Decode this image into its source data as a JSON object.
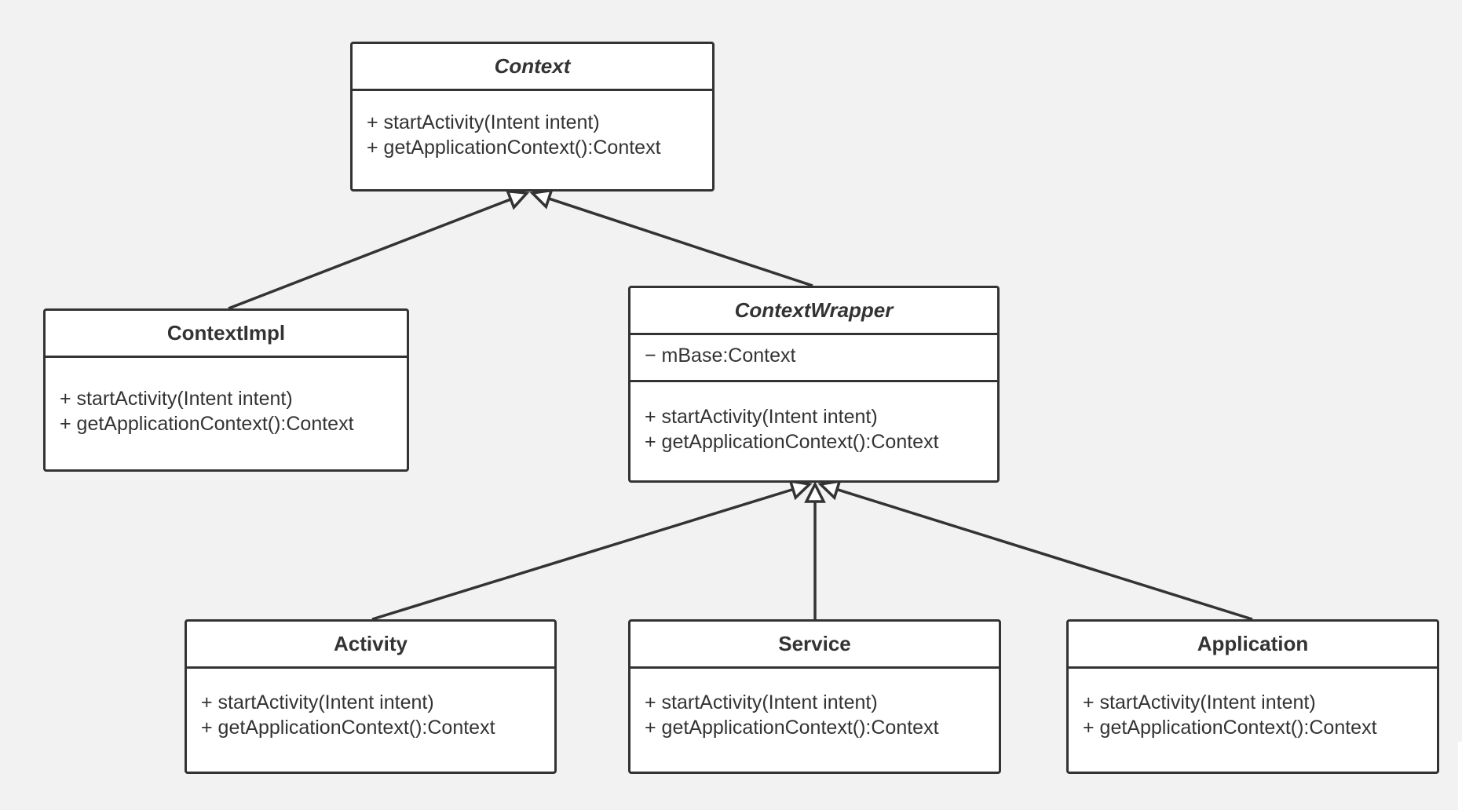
{
  "classes": {
    "context": {
      "name": "Context",
      "abstract": true,
      "attributes": [],
      "operations": [
        "+ startActivity(Intent intent)",
        "+ getApplicationContext():Context"
      ]
    },
    "contextimpl": {
      "name": "ContextImpl",
      "abstract": false,
      "attributes": [],
      "operations": [
        "+ startActivity(Intent intent)",
        "+ getApplicationContext():Context"
      ]
    },
    "contextwrapper": {
      "name": "ContextWrapper",
      "abstract": true,
      "attributes": [
        "− mBase:Context"
      ],
      "operations": [
        "+ startActivity(Intent intent)",
        "+ getApplicationContext():Context"
      ]
    },
    "activity": {
      "name": "Activity",
      "abstract": false,
      "attributes": [],
      "operations": [
        "+ startActivity(Intent intent)",
        "+ getApplicationContext():Context"
      ]
    },
    "service": {
      "name": "Service",
      "abstract": false,
      "attributes": [],
      "operations": [
        "+ startActivity(Intent intent)",
        "+ getApplicationContext():Context"
      ]
    },
    "application": {
      "name": "Application",
      "abstract": false,
      "attributes": [],
      "operations": [
        "+ startActivity(Intent intent)",
        "+ getApplicationContext():Context"
      ]
    }
  },
  "relations": [
    {
      "type": "generalization",
      "from": "contextimpl",
      "to": "context"
    },
    {
      "type": "generalization",
      "from": "contextwrapper",
      "to": "context"
    },
    {
      "type": "generalization",
      "from": "activity",
      "to": "contextwrapper"
    },
    {
      "type": "generalization",
      "from": "service",
      "to": "contextwrapper"
    },
    {
      "type": "generalization",
      "from": "application",
      "to": "contextwrapper"
    }
  ],
  "colors": {
    "stroke": "#333333",
    "text": "#333333",
    "box_fill": "#ffffff",
    "background": "#f2f2f2"
  }
}
